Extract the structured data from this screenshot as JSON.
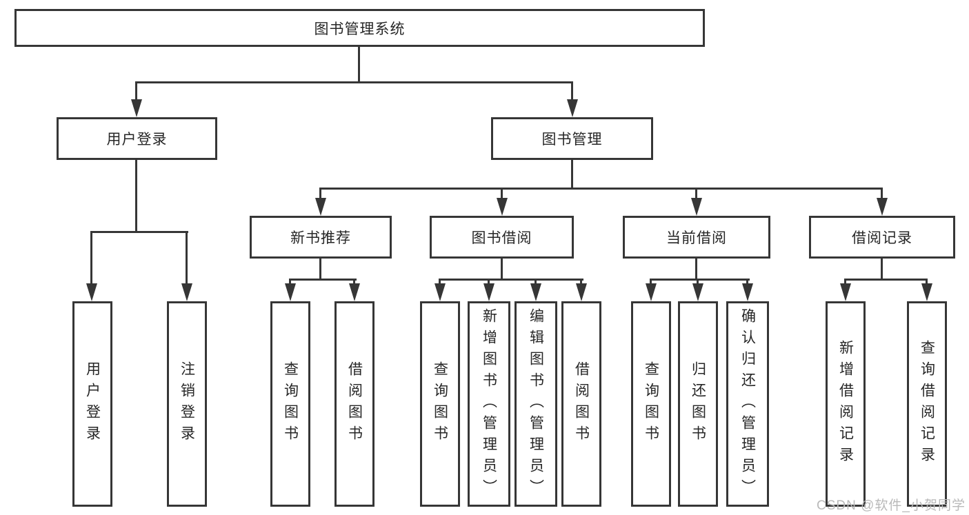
{
  "colors": {
    "line": "#363636",
    "box_border": "#363636",
    "text": "#262626",
    "watermark": "#b9b9b9",
    "background": "#ffffff"
  },
  "tree": {
    "root": {
      "label": "图书管理系统"
    },
    "branches": [
      {
        "label": "用户登录",
        "children": [
          {
            "label": "用户登录"
          },
          {
            "label": "注销登录"
          }
        ]
      },
      {
        "label": "图书管理",
        "sections": [
          {
            "label": "新书推荐",
            "children": [
              {
                "label": "查询图书"
              },
              {
                "label": "借阅图书"
              }
            ]
          },
          {
            "label": "图书借阅",
            "children": [
              {
                "label": "查询图书"
              },
              {
                "label": "新增图书（管理员）"
              },
              {
                "label": "编辑图书（管理员）"
              },
              {
                "label": "借阅图书"
              }
            ]
          },
          {
            "label": "当前借阅",
            "children": [
              {
                "label": "查询图书"
              },
              {
                "label": "归还图书"
              },
              {
                "label": "确认归还（管理员）"
              }
            ]
          },
          {
            "label": "借阅记录",
            "children": [
              {
                "label": "新增借阅记录"
              },
              {
                "label": "查询借阅记录"
              }
            ]
          }
        ]
      }
    ]
  },
  "watermark": {
    "text": "CSDN @软件_小贺同学"
  }
}
